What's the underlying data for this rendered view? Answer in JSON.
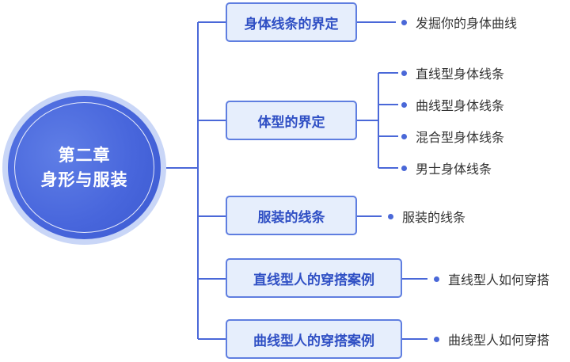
{
  "root": {
    "line1": "第二章",
    "line2": "身形与服装"
  },
  "branches": [
    {
      "label": "身体线条的界定",
      "leaves": [
        "发掘你的身体曲线"
      ]
    },
    {
      "label": "体型的界定",
      "leaves": [
        "直线型身体线条",
        "曲线型身体线条",
        "混合型身体线条",
        "男士身体线条"
      ]
    },
    {
      "label": "服装的线条",
      "leaves": [
        "服装的线条"
      ]
    },
    {
      "label": "直线型人的穿搭案例",
      "leaves": [
        "直线型人如何穿搭"
      ]
    },
    {
      "label": "曲线型人的穿搭案例",
      "leaves": [
        "曲线型人如何穿搭"
      ]
    }
  ],
  "colors": {
    "line": "#4a68d8",
    "node_fill": "#e6eefc",
    "node_border": "#5f7ee0",
    "node_text": "#2f4fc4",
    "hub": "#4866dc"
  }
}
